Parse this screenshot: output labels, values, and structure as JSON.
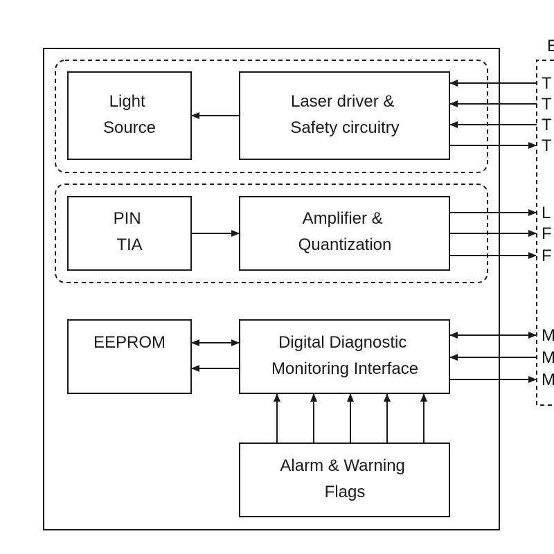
{
  "blocks": {
    "light_source": [
      "Light",
      "Source"
    ],
    "laser_driver": [
      "Laser driver &",
      "Safety circuitry"
    ],
    "pin_tia": [
      "PIN",
      "TIA"
    ],
    "amplifier": [
      "Amplifier &",
      "Quantization"
    ],
    "eeprom": [
      "EEPROM"
    ],
    "ddm": [
      "Digital Diagnostic",
      "Monitoring Interface"
    ],
    "alarm": [
      "Alarm & Warning",
      "Flags"
    ]
  },
  "edge_connector": {
    "heading": "E",
    "signals": [
      "T",
      "T",
      "T",
      "T",
      "L",
      "F",
      "F",
      "M",
      "M",
      "M"
    ]
  }
}
